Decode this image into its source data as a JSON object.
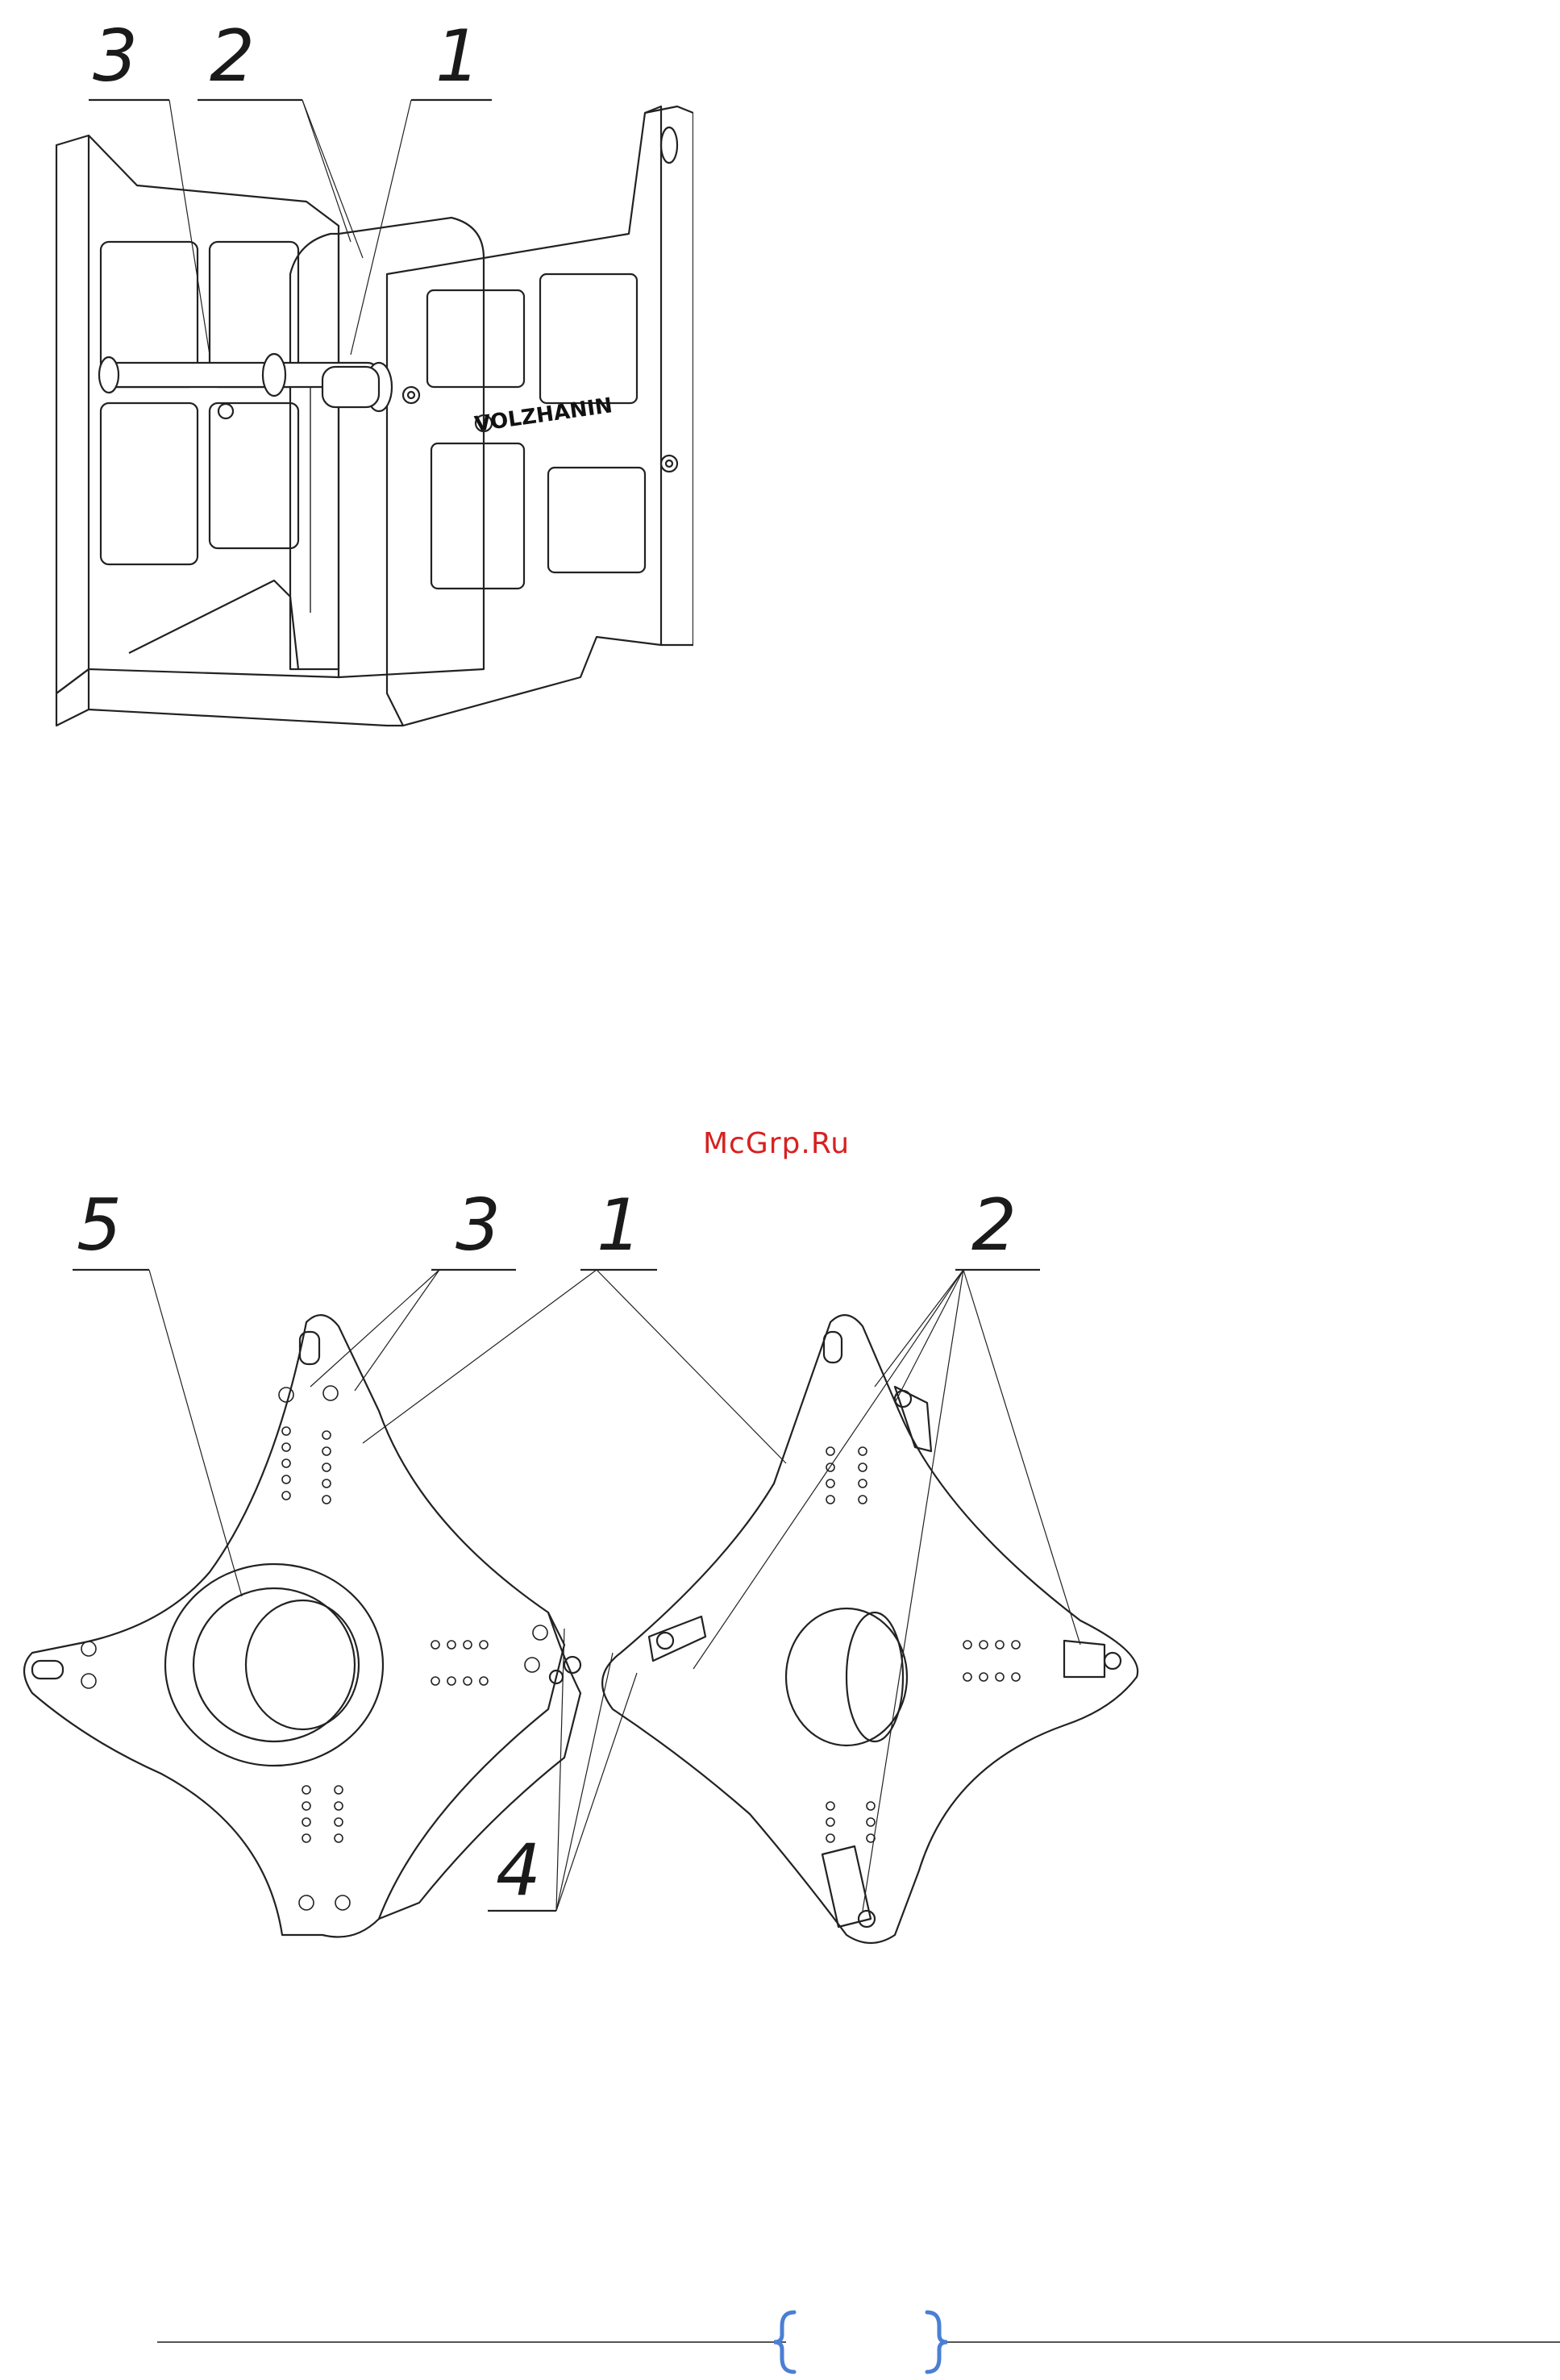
{
  "figure1": {
    "callouts": [
      "3",
      "2",
      "1"
    ],
    "brand_text": "VOLZHANIN"
  },
  "figure2": {
    "callouts": [
      "5",
      "3",
      "1",
      "2",
      "4"
    ]
  },
  "watermark": "McGrp.Ru",
  "footer": {
    "page_number": "",
    "bracket_color": "#4a7fd4",
    "line_color": "#555555"
  }
}
